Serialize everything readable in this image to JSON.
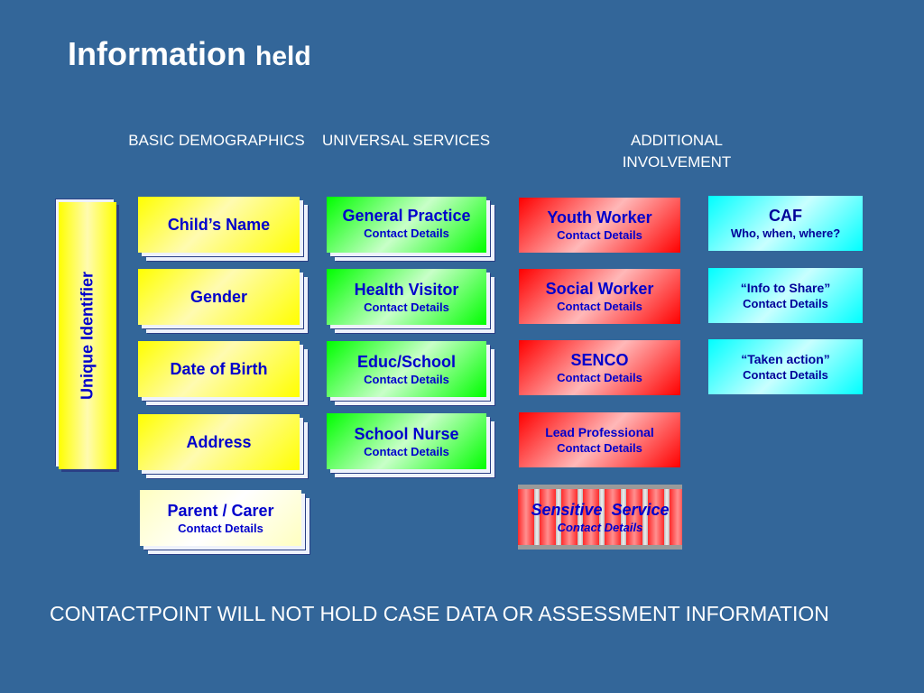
{
  "title": {
    "main": "Information",
    "small": "held"
  },
  "headers": {
    "basic": "BASIC DEMOGRAPHICS",
    "universal": "UNIVERSAL SERVICES",
    "additional": "ADDITIONAL INVOLVEMENT"
  },
  "unique_identifier": "Unique Identifier",
  "demographics": [
    {
      "label": "Child’s Name"
    },
    {
      "label": "Gender"
    },
    {
      "label": "Date of Birth"
    },
    {
      "label": "Address"
    },
    {
      "label": "Parent / Carer",
      "sub": "Contact Details"
    }
  ],
  "universal": [
    {
      "label": "General Practice",
      "sub": "Contact Details"
    },
    {
      "label": "Health Visitor",
      "sub": "Contact Details"
    },
    {
      "label": "Educ/School",
      "sub": "Contact Details"
    },
    {
      "label": "School Nurse",
      "sub": "Contact Details"
    }
  ],
  "additional": [
    {
      "label": "Youth Worker",
      "sub": "Contact Details"
    },
    {
      "label": "Social Worker",
      "sub": "Contact Details"
    },
    {
      "label": "SENCO",
      "sub": "Contact Details"
    },
    {
      "label": "Lead Professional",
      "sub": "Contact Details"
    }
  ],
  "sensitive": {
    "label": "Sensitive  Service",
    "sub": "Contact Details"
  },
  "caf": [
    {
      "label": "CAF",
      "sub": "Who, when, where?"
    },
    {
      "label": "“Info to Share”",
      "sub": "Contact Details"
    },
    {
      "label": "“Taken action”",
      "sub": "Contact Details"
    }
  ],
  "footer": "CONTACTPOINT WILL NOT HOLD CASE DATA OR ASSESSMENT INFORMATION",
  "colors": {
    "background": "#336699",
    "demographics": "#ffff00",
    "universal": "#00ff00",
    "additional": "#ff0000",
    "caf": "#00ffff",
    "text": "#0000cc"
  }
}
